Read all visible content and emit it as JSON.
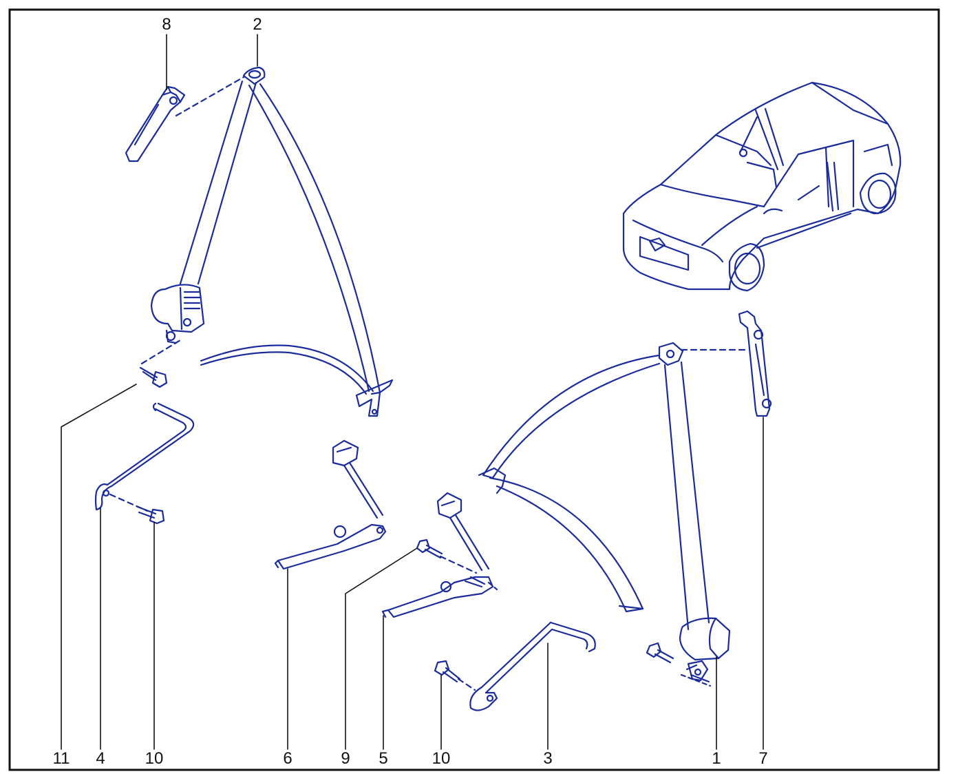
{
  "colors": {
    "line": "#1a2c9c",
    "frame": "#111111",
    "background": "#ffffff"
  },
  "callouts": {
    "top": [
      {
        "id": "c8",
        "label": "8"
      },
      {
        "id": "c2",
        "label": "2"
      }
    ],
    "bottom": [
      {
        "id": "c11",
        "label": "11"
      },
      {
        "id": "c4a",
        "label": "4"
      },
      {
        "id": "c10a",
        "label": "10"
      },
      {
        "id": "c6",
        "label": "6"
      },
      {
        "id": "c9",
        "label": "9"
      },
      {
        "id": "c5",
        "label": "5"
      },
      {
        "id": "c10b",
        "label": "10"
      },
      {
        "id": "c3",
        "label": "3"
      },
      {
        "id": "c1",
        "label": "1"
      },
      {
        "id": "c7",
        "label": "7"
      }
    ]
  }
}
